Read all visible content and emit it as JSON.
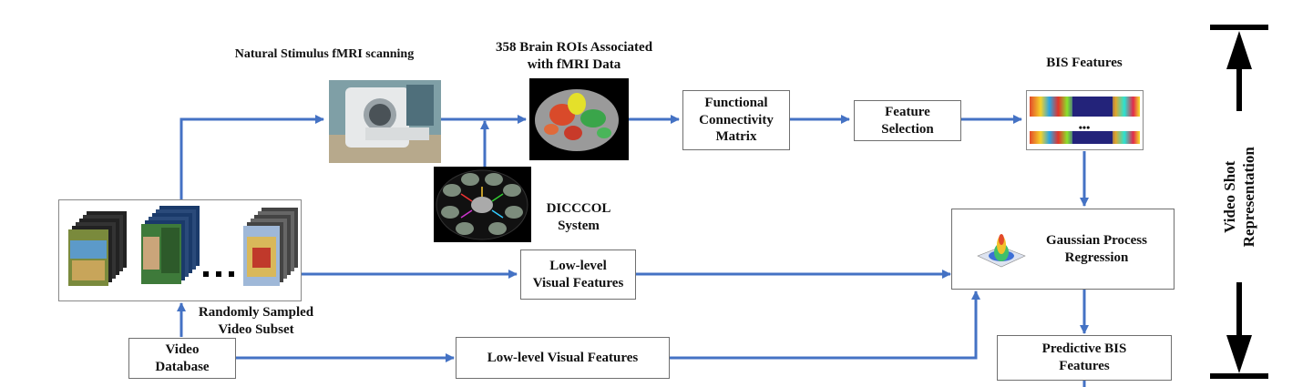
{
  "labels": {
    "natural_stimulus": "Natural Stimulus fMRI scanning",
    "brain_rois_line1": "358 Brain ROIs Associated",
    "brain_rois_line2": "with fMRI Data",
    "bis_features": "BIS Features",
    "dicccol_line1": "DICCCOL",
    "dicccol_line2": "System",
    "randomly_sampled_line1": "Randomly Sampled",
    "randomly_sampled_line2": "Video Subset",
    "video_shot_line1": "Video Shot",
    "video_shot_line2": "Representation",
    "ellipsis": "•••"
  },
  "boxes": {
    "functional_line1": "Functional",
    "functional_line2": "Connectivity",
    "functional_line3": "Matrix",
    "feature_line1": "Feature",
    "feature_line2": "Selection",
    "lowlevel_mid_line1": "Low-level",
    "lowlevel_mid_line2": "Visual Features",
    "gaussian_line1": "Gaussian Process",
    "gaussian_line2": "Regression",
    "video_db_line1": "Video",
    "video_db_line2": "Database",
    "lowlevel_bottom": "Low-level Visual Features",
    "predictive_line1": "Predictive BIS",
    "predictive_line2": "Features"
  },
  "colors": {
    "arrow": "#4472c4",
    "box_border": "#6f6f6f",
    "black_arrow": "#000000"
  }
}
